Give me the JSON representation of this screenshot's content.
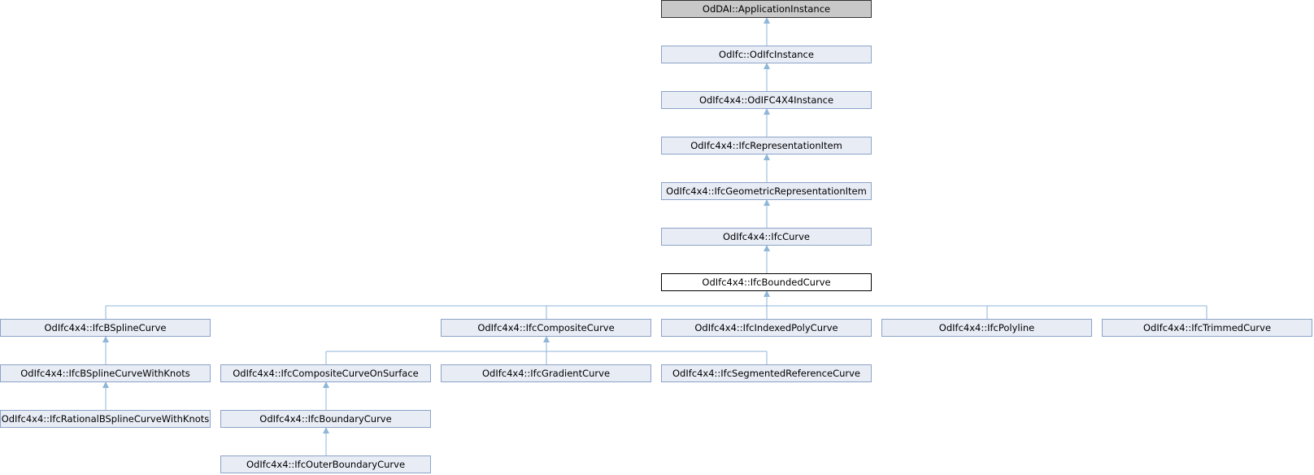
{
  "diagram": {
    "nodes": {
      "application_instance": "OdDAI::ApplicationInstance",
      "odifc_instance": "OdIfc::OdIfcInstance",
      "ifc4x4_instance": "OdIfc4x4::OdIFC4X4Instance",
      "representation_item": "OdIfc4x4::IfcRepresentationItem",
      "geometric_representation_item": "OdIfc4x4::IfcGeometricRepresentationItem",
      "curve": "OdIfc4x4::IfcCurve",
      "bounded_curve": "OdIfc4x4::IfcBoundedCurve",
      "bspline_curve": "OdIfc4x4::IfcBSplineCurve",
      "composite_curve": "OdIfc4x4::IfcCompositeCurve",
      "indexed_poly_curve": "OdIfc4x4::IfcIndexedPolyCurve",
      "polyline": "OdIfc4x4::IfcPolyline",
      "trimmed_curve": "OdIfc4x4::IfcTrimmedCurve",
      "bspline_curve_with_knots": "OdIfc4x4::IfcBSplineCurveWithKnots",
      "composite_curve_on_surface": "OdIfc4x4::IfcCompositeCurveOnSurface",
      "gradient_curve": "OdIfc4x4::IfcGradientCurve",
      "segmented_reference_curve": "OdIfc4x4::IfcSegmentedReferenceCurve",
      "rational_bspline_curve_with_knots": "OdIfc4x4::IfcRationalBSplineCurveWithKnots",
      "boundary_curve": "OdIfc4x4::IfcBoundaryCurve",
      "outer_boundary_curve": "OdIfc4x4::IfcOuterBoundaryCurve"
    },
    "colors": {
      "edge": "#8fb6d8",
      "node_fill": "#e8ecf5",
      "node_border": "#8ca3c8",
      "root_fill": "#c8c8c8",
      "current_fill": "#ffffff"
    }
  }
}
